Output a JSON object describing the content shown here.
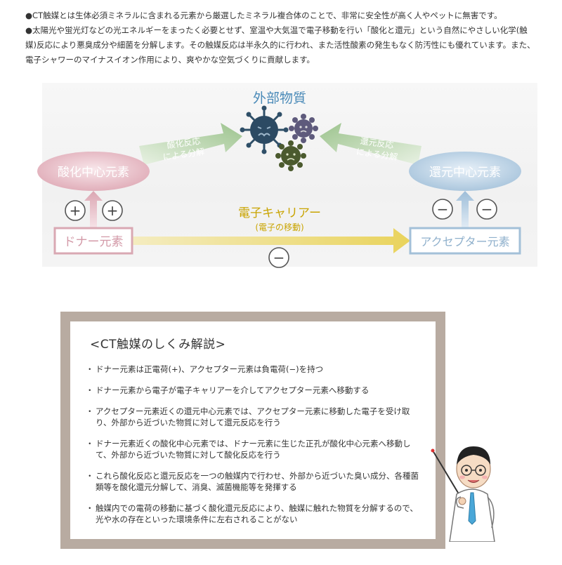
{
  "intro": {
    "line1": "●CT触媒とは生体必須ミネラルに含まれる元素から厳選したミネラル複合体のことで、非常に安全性が高く人やペットに無害です。",
    "line2": "●太陽光や蛍光灯などの光エネルギーをまったく必要とせず、室温や大気温で電子移動を行い「酸化と還元」という自然にやさしい化学(触媒)反応により悪臭成分や細菌を分解します。その触媒反応は半永久的に行われ、また活性酸素の発生もなく防汚性にも優れています。また、電子シャワーのマイナスイオン作用により、爽やかな空気づくりに貢献します。"
  },
  "diagram": {
    "foreign_title": "外部物質",
    "oxidation_center": "酸化中心元素",
    "reduction_center": "還元中心元素",
    "oxidation_arrow_line1": "酸化反応",
    "oxidation_arrow_line2": "による分解",
    "reduction_arrow_line1": "還元反応",
    "reduction_arrow_line2": "による分解",
    "donor": "ドナー元素",
    "acceptor": "アクセプター元素",
    "carrier_label": "電子キャリアー",
    "carrier_sub": "(電子の移動)",
    "plus_sign": "+",
    "minus_sign": "−",
    "colors": {
      "pink": "#e2b5bf",
      "blue": "#a9c6dc",
      "green_arrow": "#a6c89a",
      "yellow_arrow": "#ecd76a",
      "title_blue": "#4a8ab8",
      "carrier_text": "#c9a400"
    }
  },
  "explain": {
    "title": "<CT触媒のしくみ解説>",
    "items": [
      "ドナー元素は正電荷(+)、アクセプター元素は負電荷(−)を持つ",
      "ドナー元素から電子が電子キャリアーを介してアクセプター元素へ移動する",
      "アクセプター元素近くの還元中心元素では、アクセプター元素に移動した電子を受け取り、外部から近づいた物質に対して還元反応を行う",
      "ドナー元素近くの酸化中心元素では、ドナー元素に生じた正孔が酸化中心元素へ移動して、外部から近づいた物質に対して酸化反応を行う",
      "これら酸化反応と還元反応を一つの触媒内で行わせ、外部から近づいた臭い成分、各種菌類等を酸化還元分解して、消臭、滅菌機能等を発揮する",
      "触媒内での電荷の移動に基づく酸化還元反応により、触媒に触れた物質を分解するので、光や水の存在といった環境条件に左右されることがない"
    ]
  },
  "illustration": {
    "icon": "doctor-with-pointer-icon"
  }
}
